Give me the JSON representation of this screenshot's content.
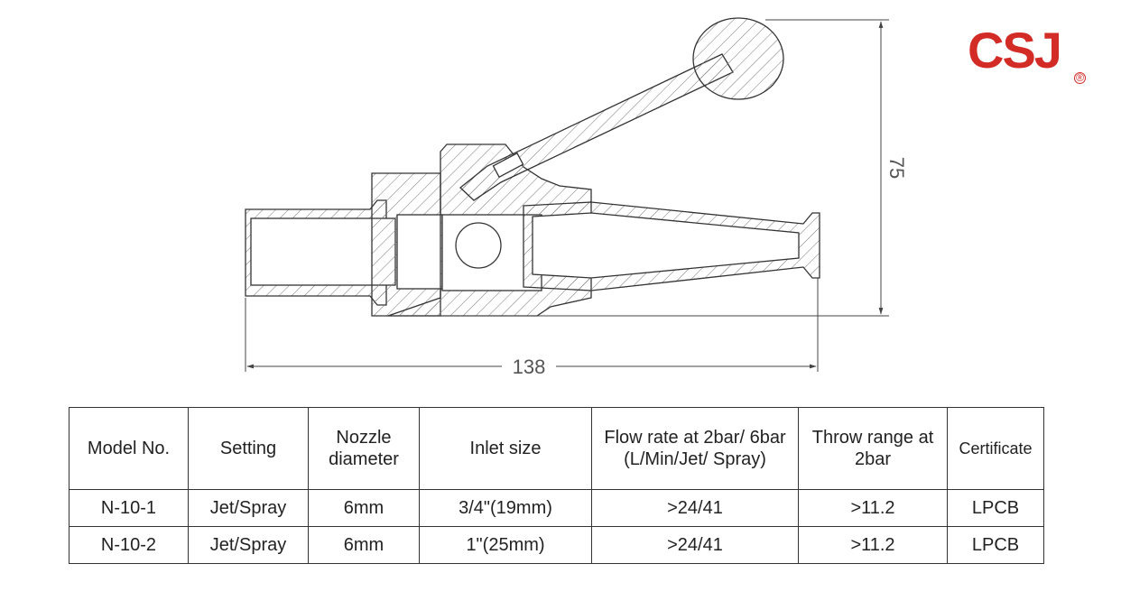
{
  "brand": {
    "logo_text": "CSJ",
    "registered_mark": "®",
    "color": "#d32b26"
  },
  "dimensions": {
    "length": "138",
    "height": "75"
  },
  "table": {
    "headers": [
      "Model No.",
      "Setting",
      "Nozzle diameter",
      "Inlet size",
      "Flow rate at 2bar/ 6bar (L/Min/Jet/ Spray)",
      "Throw range at 2bar",
      "Certificate"
    ],
    "rows": [
      [
        "N-10-1",
        "Jet/Spray",
        "6mm",
        "3/4\"(19mm)",
        ">24/41",
        ">11.2",
        "LPCB"
      ],
      [
        "N-10-2",
        "Jet/Spray",
        "6mm",
        "1\"(25mm)",
        ">24/41",
        ">11.2",
        "LPCB"
      ]
    ]
  }
}
